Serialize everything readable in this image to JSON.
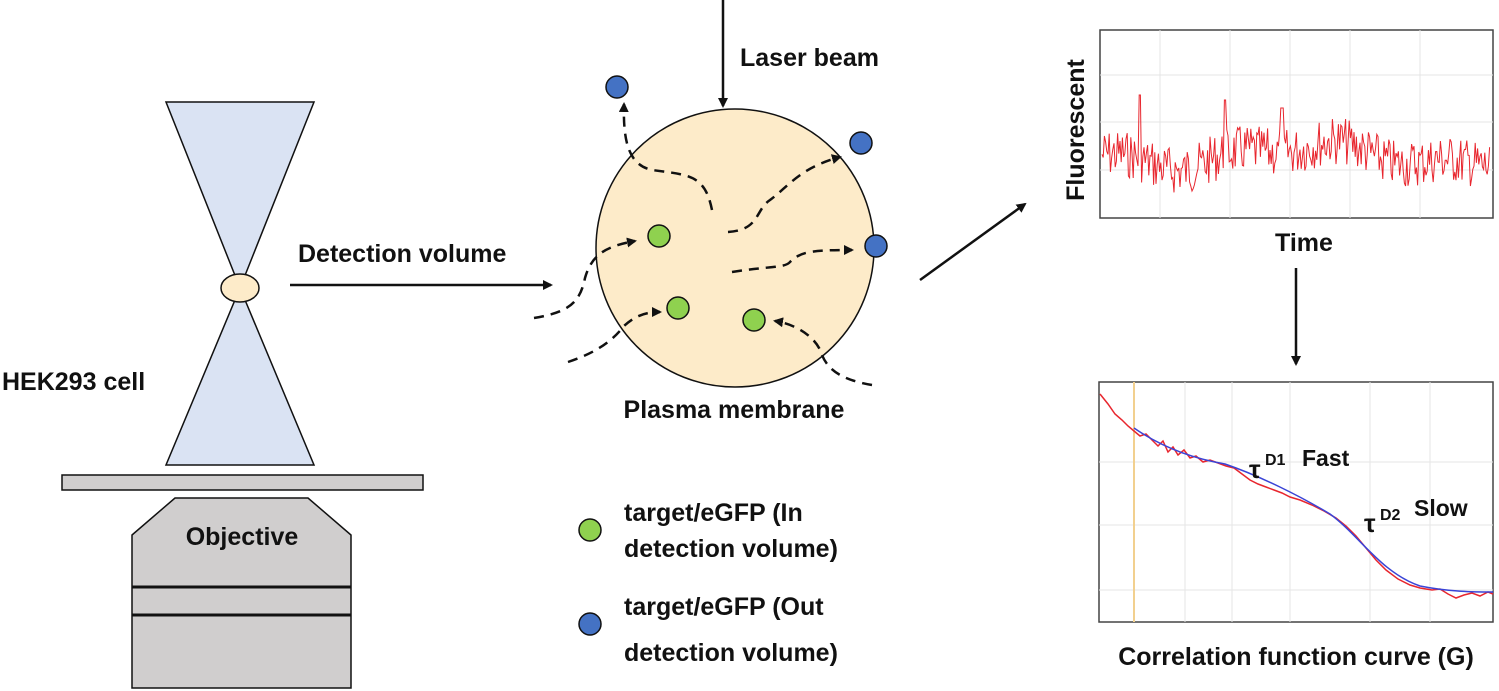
{
  "labels": {
    "hek293": "HEK293 cell",
    "objective": "Objective",
    "detection_volume": "Detection volume",
    "laser_beam": "Laser beam",
    "plasma_membrane": "Plasma membrane",
    "fluorescent": "Fluorescent",
    "time": "Time",
    "correlation": "Correlation function curve (G)",
    "fast": "Fast",
    "slow": "Slow",
    "tau_symbol": "τ",
    "d1": "D1",
    "d2": "D2"
  },
  "legend": {
    "in_line1": "target/eGFP (In",
    "in_line2": "detection volume)",
    "out_line1": "target/eGFP (Out",
    "out_line2": "detection volume)"
  },
  "colors": {
    "cone": "#dae3f3",
    "membrane": "#fdebc9",
    "green": "#8fd14f",
    "blue": "#4472c4",
    "trace": "#e8262e",
    "fit": "#3a44d6",
    "objective": "#d0cece"
  }
}
